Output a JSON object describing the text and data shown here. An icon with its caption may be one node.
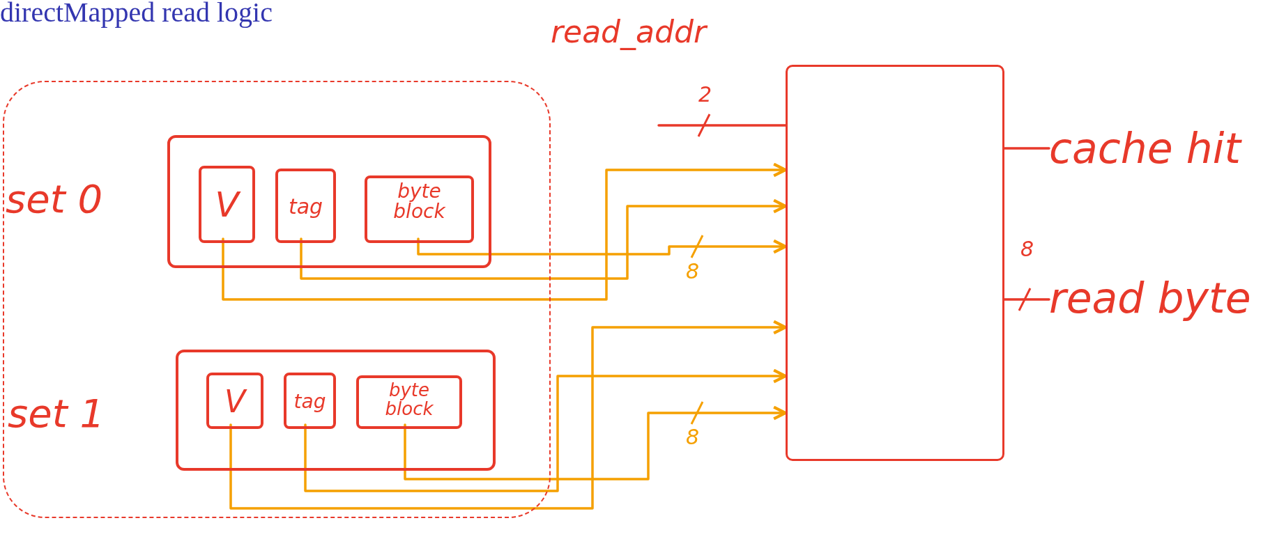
{
  "diagram": {
    "title": "directMapped read logic",
    "nodes": [
      {
        "text": [],
        "shape": "box"
      },
      {
        "text": [
          "set 0"
        ],
        "in": 0
      },
      {
        "text": [
          "V"
        ],
        "in": 1
      },
      {
        "text": [
          "tag"
        ],
        "in": 1
      },
      {
        "text": [
          "byte block"
        ],
        "in": 1
      },
      {
        "text": [
          "set 1"
        ],
        "in": 0
      },
      {
        "text": [
          "V"
        ],
        "in": 5
      },
      {
        "text": [
          "tag"
        ],
        "in": 5
      },
      {
        "text": [
          "byte block"
        ],
        "in": 5
      },
      {
        "text": [],
        "shape": "box"
      },
      {
        "text": [
          "cache hit"
        ]
      },
      {
        "text": [
          "read byte"
        ]
      }
    ],
    "edges": [
      {
        "from": null,
        "to": 9,
        "arrow": "none",
        "label": "2",
        "color": "#e8392a"
      },
      {
        "from": 2,
        "to": 9,
        "arrow": "to"
      },
      {
        "from": 3,
        "to": 9,
        "arrow": "to"
      },
      {
        "from": 4,
        "to": 9,
        "arrow": "to",
        "label": "8"
      },
      {
        "from": 6,
        "to": 9,
        "arrow": "to"
      },
      {
        "from": 7,
        "to": 9,
        "arrow": "to"
      },
      {
        "from": 8,
        "to": 9,
        "arrow": "to",
        "label": "8"
      },
      {
        "from": 9,
        "to": 10,
        "arrow": "none",
        "color": "#e8392a"
      },
      {
        "from": 9,
        "to": 11,
        "arrow": "none",
        "label": "8",
        "color": "#e8392a"
      }
    ],
    "labels": [
      "read_addr"
    ]
  }
}
